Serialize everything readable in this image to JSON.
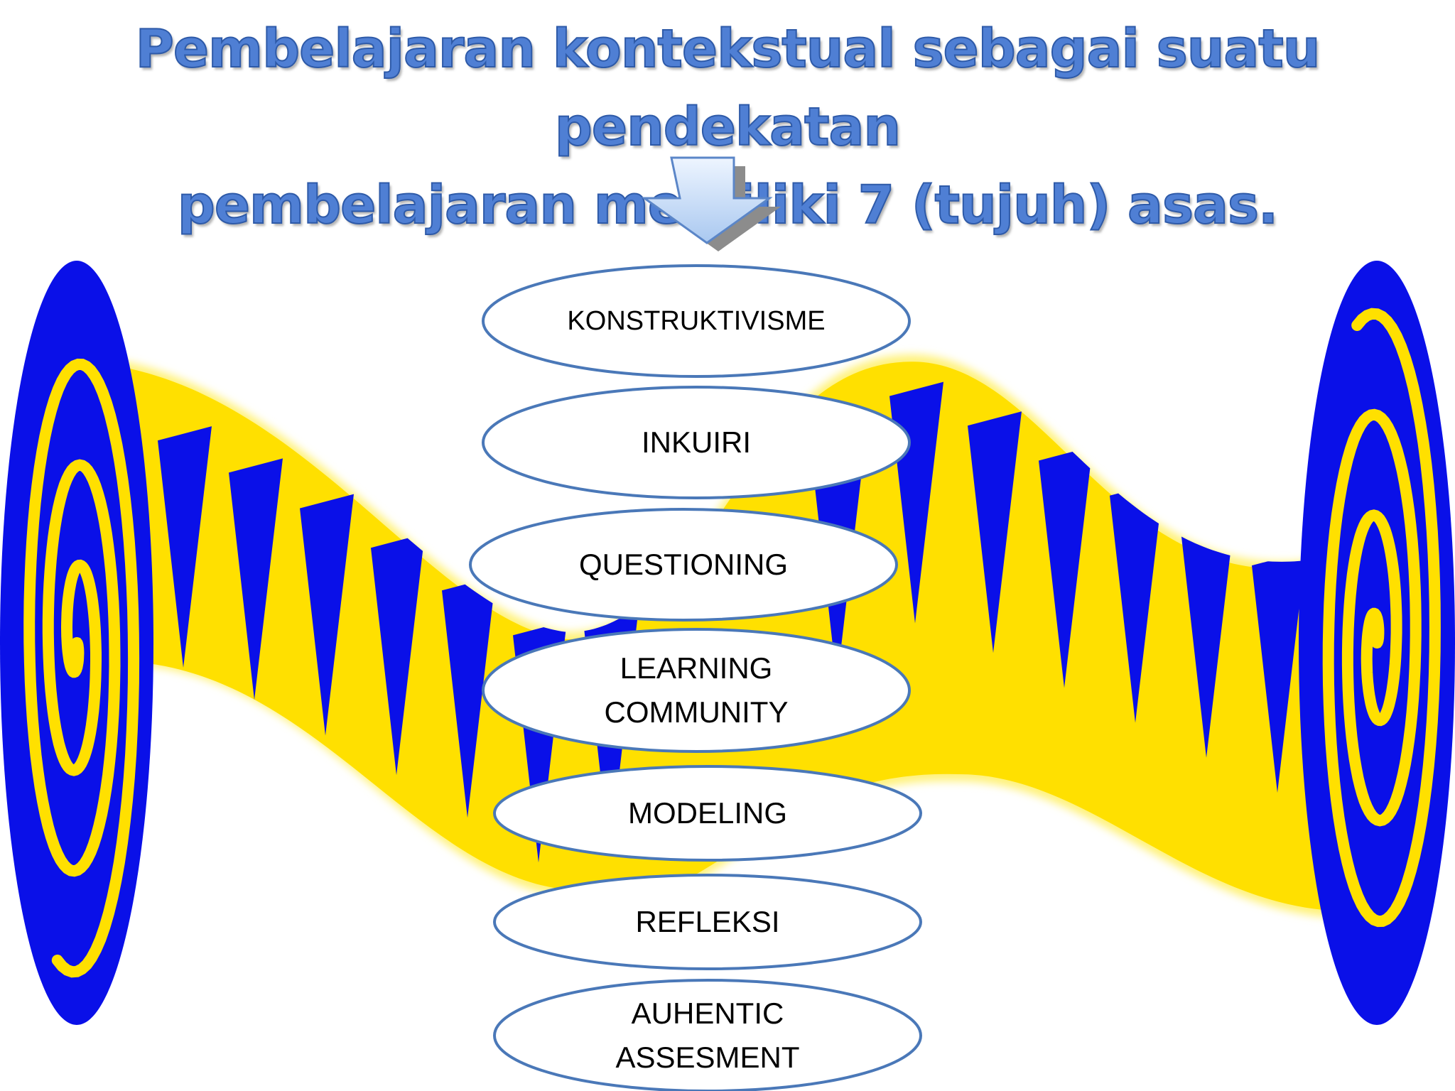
{
  "title": {
    "line1": "Pembelajaran kontekstual sebagai suatu pendekatan",
    "line2": "pembelajaran memiliki 7 (tujuh) asas."
  },
  "colors": {
    "title": "#4f7fd4",
    "band_yellow": "#ffe000",
    "band_blue": "#0a10e8",
    "ellipse_stroke": "#4a78b8",
    "arrow_fill": "#c7dcf7"
  },
  "icons": [
    "down-arrow-icon",
    "spiral-disc-left-icon",
    "spiral-disc-right-icon"
  ],
  "asas": [
    {
      "label": "KONSTRUKTIVISME"
    },
    {
      "label": "INKUIRI"
    },
    {
      "label": "QUESTIONING"
    },
    {
      "label": "LEARNING\nCOMMUNITY"
    },
    {
      "label": "MODELING"
    },
    {
      "label": "REFLEKSI"
    },
    {
      "label": "AUHENTIC\nASSESMENT"
    }
  ]
}
